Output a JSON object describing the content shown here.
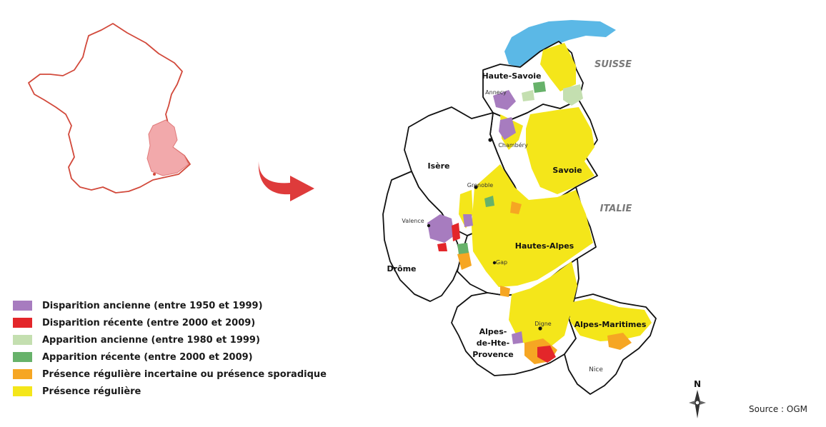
{
  "countries": {
    "suisse": "SUISSE",
    "italie": "ITALIE"
  },
  "departments": {
    "haute_savoie": "Haute-Savoie",
    "savoie": "Savoie",
    "isere": "Isère",
    "drome": "Drôme",
    "hautes_alpes": "Hautes-Alpes",
    "alpes_maritimes": "Alpes-Maritimes",
    "ahp_line1": "Alpes-",
    "ahp_line2": "de-Hte-",
    "ahp_line3": "Provence"
  },
  "cities": {
    "annecy": "Annecy",
    "chambery": "Chambéry",
    "grenoble": "Grenoble",
    "valence": "Valence",
    "gap": "Gap",
    "digne": "Digne",
    "nice": "Nice"
  },
  "compass": {
    "north_letter": "N"
  },
  "legend": {
    "items": [
      {
        "label": "Disparition ancienne (entre 1950 et 1999)",
        "color": "#a77cbf"
      },
      {
        "label": "Disparition récente (entre 2000 et 2009)",
        "color": "#e3262a"
      },
      {
        "label": "Apparition ancienne (entre 1980 et 1999)",
        "color": "#c4dfb0"
      },
      {
        "label": "Apparition récente (entre 2000 et 2009)",
        "color": "#67b26a"
      },
      {
        "label": "Présence régulière incertaine ou présence sporadique",
        "color": "#f6a623"
      },
      {
        "label": "Présence régulière",
        "color": "#f4e61a"
      }
    ]
  },
  "source": "Source : OGM",
  "colors": {
    "france_outline": "#d2493b",
    "region_highlight": "#f2a9ab",
    "arrow": "#de3b3b",
    "lake": "#5bb8e6",
    "yellow": "#f4e61a"
  }
}
